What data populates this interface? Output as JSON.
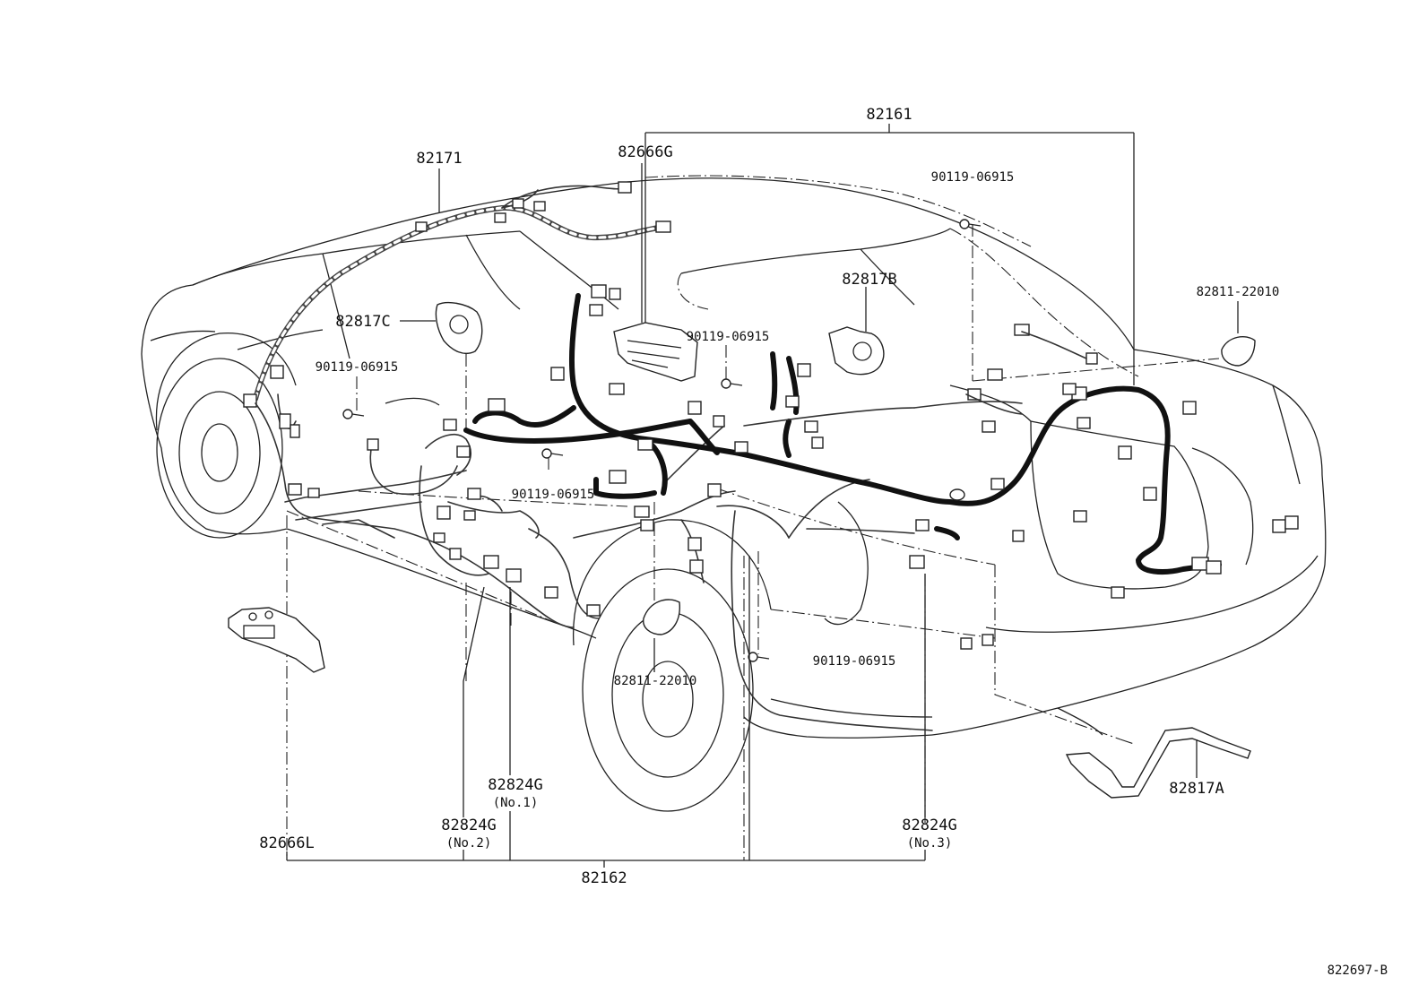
{
  "diagram": {
    "labels": {
      "harness_82161": "82161",
      "harness_82171": "82171",
      "cover_82666G": "82666G",
      "bolt_top_right": "90119-06915",
      "bracket_82817B": "82817B",
      "grommet_right": "82811-22010",
      "bracket_82817C": "82817C",
      "bolt_center": "90119-06915",
      "bolt_left": "90119-06915",
      "bolt_floor": "90119-06915",
      "bolt_lower_right": "90119-06915",
      "grommet_center": "82811-22010",
      "bracket_82817A": "82817A",
      "clamp_82824G_no1": "82824G",
      "clamp_82824G_no1_sub": "(No.1)",
      "clamp_82824G_no2": "82824G",
      "clamp_82824G_no2_sub": "(No.2)",
      "clamp_82824G_no3": "82824G",
      "clamp_82824G_no3_sub": "(No.3)",
      "cover_82666L": "82666L",
      "harness_82162": "82162",
      "diagram_code": "822697-B"
    }
  }
}
